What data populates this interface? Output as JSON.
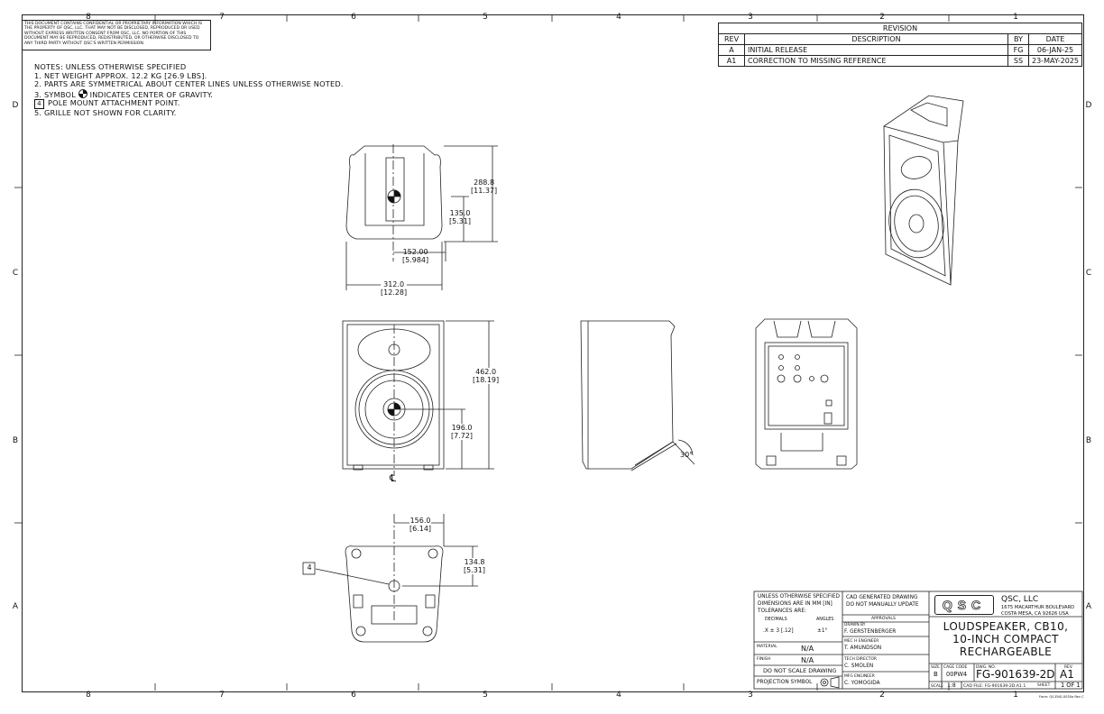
{
  "zones_top": [
    "8",
    "7",
    "6",
    "5",
    "4",
    "3",
    "2",
    "1"
  ],
  "zones_bottom": [
    "8",
    "7",
    "6",
    "5",
    "4",
    "3",
    "2",
    "1"
  ],
  "zones_side": [
    "D",
    "C",
    "B",
    "A"
  ],
  "confidential": "THIS DOCUMENT CONTAINS CONFIDENTIAL OR PROPRIETARY INFORMATION WHICH IS THE PROPERTY OF QSC, LLC. THAT MAY NOT BE DISCLOSED, REPRODUCED OR USED WITHOUT EXPRESS WRITTEN CONSENT FROM QSC, LLC. NO PORTION OF THIS DOCUMENT MAY BE REPRODUCED, REDISTRIBUTED, OR OTHERWISE DISCLOSED TO ANY THIRD PARTY WITHOUT QSC'S WRITTEN PERMISSION.",
  "notes": {
    "heading": "NOTES: UNLESS OTHERWISE SPECIFIED",
    "n1": "1.   NET WEIGHT APPROX. 12.2 KG [26.9 LBS].",
    "n2": "2.   PARTS ARE SYMMETRICAL ABOUT CENTER LINES UNLESS OTHERWISE NOTED.",
    "n3a": "3.   SYMBOL",
    "n3b": "INDICATES CENTER OF GRAVITY.",
    "n4_box": "4",
    "n4": "POLE MOUNT ATTACHMENT POINT.",
    "n5": "5.   GRILLE NOT SHOWN FOR CLARITY."
  },
  "revision": {
    "title": "REVISION",
    "h_rev": "REV",
    "h_desc": "DESCRIPTION",
    "h_by": "BY",
    "h_date": "DATE",
    "rows": [
      {
        "rev": "A",
        "desc": "INITIAL RELEASE",
        "by": "FG",
        "date": "06-JAN-25"
      },
      {
        "rev": "A1",
        "desc": "CORRECTION TO MISSING REFERENCE",
        "by": "SS",
        "date": "23-MAY-2025"
      }
    ]
  },
  "dims": {
    "top_h": "288.8",
    "top_h_in": "[11.37]",
    "top_cg": "135.0",
    "top_cg_in": "[5.31]",
    "top_half": "152.00",
    "top_half_in": "[5.984]",
    "top_w": "312.0",
    "top_w_in": "[12.28]",
    "front_h": "462.0",
    "front_h_in": "[18.19]",
    "front_cg": "196.0",
    "front_cg_in": "[7.72]",
    "centerline": "℄",
    "angle": "30°",
    "bot_w": "156.0",
    "bot_w_in": "[6.14]",
    "bot_d": "134.8",
    "bot_d_in": "[5.31]",
    "callout": "4"
  },
  "title_block": {
    "tol1": "UNLESS OTHERWISE SPECIFIED",
    "tol2": "DIMENSIONS ARE IN MM [IN]",
    "tol3": "TOLERANCES ARE:",
    "decimals": "DECIMALS",
    "angles": "ANGLES",
    "dec_val": ".X ± 3 [.12]",
    "ang_val": "±1°",
    "material_lbl": "MATERIAL",
    "material": "N/A",
    "finish_lbl": "FINISH",
    "finish": "N/A",
    "noscale": "DO NOT SCALE DRAWING",
    "projection": "PROJECTION SYMBOL",
    "cad1": "CAD GENERATED DRAWING",
    "cad2": "DO NOT MANUALLY UPDATE",
    "approvals": "APPROVALS",
    "drawn_lbl": "DRAWN BY",
    "drawn": "F. GERSTENBERGER",
    "mec_lbl": "MEC H ENGINEER",
    "mec": "T. AMUNDSON",
    "tech_lbl": "TECH DIRECTOR",
    "tech": "C. SMOLEN",
    "mfg_lbl": "MFG ENGINEER",
    "mfg": "C. YOMOGIDA",
    "logo": "QSC",
    "company": "QSC, LLC",
    "addr1": "1675 MACARTHUR BOULEVARD",
    "addr2": "COSTA MESA, CA 92626 USA",
    "title1": "LOUDSPEAKER, CB10,",
    "title2": "10-INCH COMPACT",
    "title3": "RECHARGEABLE",
    "size_lbl": "SIZE",
    "size": "B",
    "cage_lbl": "CAGE CODE",
    "cage": "00PW4",
    "dwg_lbl": "DWG. NO.",
    "dwg": "FG-901639-2D",
    "rev_lbl": "REV",
    "rev": "A1",
    "scale_lbl": "SCALE",
    "scale": "1:8",
    "cadfile": "CAD FILE:  FG-901639-2D.A1.1",
    "sheet_lbl": "SHEET",
    "sheet": "1 OF 1",
    "form": "Form: QS-ENG-0035a Rev C"
  }
}
